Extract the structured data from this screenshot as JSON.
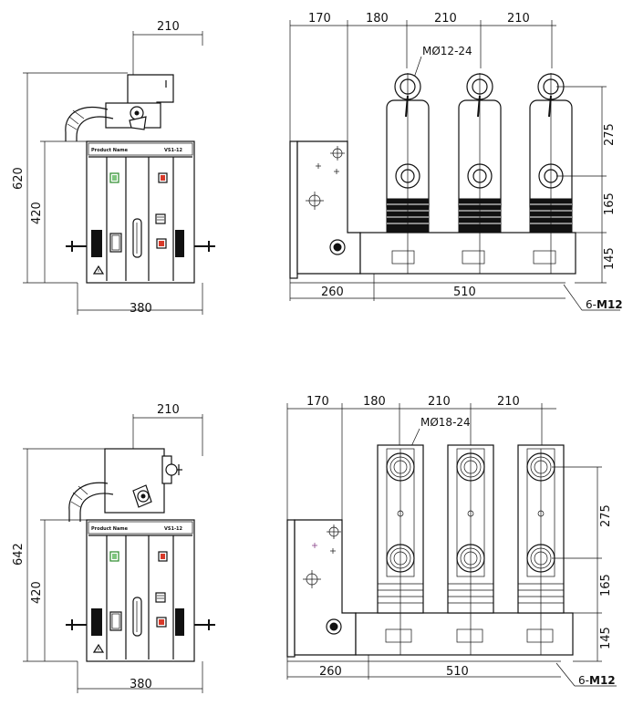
{
  "views": {
    "side_top": {
      "dim_top": "210",
      "dim_total_height": "620",
      "dim_body_height": "420",
      "dim_width": "380",
      "nameplate_left": "Product Name",
      "nameplate_right": "VS1-12"
    },
    "front_top": {
      "dim_a": "170",
      "dim_b": "180",
      "dim_c": "210",
      "dim_d": "210",
      "contact_label": "MØ12-24",
      "dim_upper": "275",
      "dim_middle": "165",
      "dim_lower": "145",
      "dim_left_base": "260",
      "dim_base": "510",
      "bolt_label_prefix": "6-",
      "bolt_label": "M12"
    },
    "side_bottom": {
      "dim_top": "210",
      "dim_total_height": "642",
      "dim_body_height": "420",
      "dim_width": "380",
      "nameplate_left": "Product Name",
      "nameplate_right": "VS1-12"
    },
    "front_bottom": {
      "dim_a": "170",
      "dim_b": "180",
      "dim_c": "210",
      "dim_d": "210",
      "contact_label": "MØ18-24",
      "dim_upper": "275",
      "dim_middle": "165",
      "dim_lower": "145",
      "dim_left_base": "260",
      "dim_base": "510",
      "bolt_label_prefix": "6-",
      "bolt_label": "M12"
    }
  }
}
